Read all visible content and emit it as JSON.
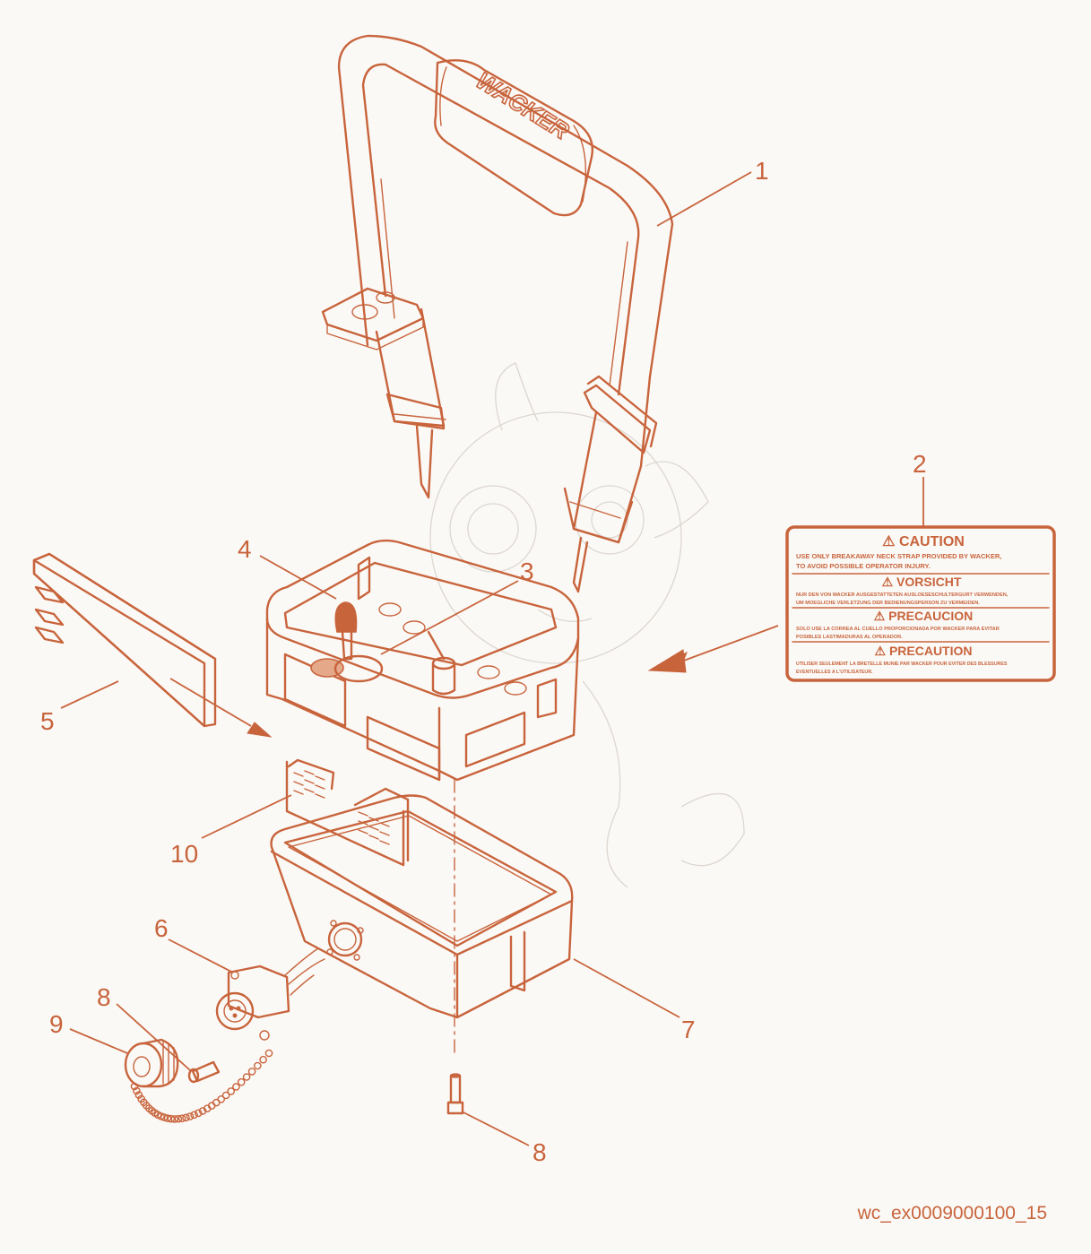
{
  "diagram": {
    "callouts": {
      "c1": "1",
      "c2": "2",
      "c3": "3",
      "c4": "4",
      "c5": "5",
      "c6": "6",
      "c7": "7",
      "c8a": "8",
      "c8b": "8",
      "c9": "9",
      "c10": "10"
    },
    "strap_brand": "WACKER",
    "label": {
      "h1": "⚠ CAUTION",
      "t1a": "USE ONLY BREAKAWAY NECK STRAP PROVIDED BY WACKER,",
      "t1b": "TO AVOID POSSIBLE OPERATOR INJURY.",
      "h2": "⚠ VORSICHT",
      "t2a": "NUR DEN VON WACKER AUSGESTATTETEN AUSLOESESCHULTERGURT VERWENDEN,",
      "t2b": "UM MOEGLICHE VERLETZUNG DER BEDIENUNGSPERSON ZU VERMEIDEN.",
      "h3": "⚠ PRECAUCION",
      "t3a": "SOLO USE LA CORREA AL CUELLO PROPORCIONADA POR WACKER PARA EVITAR",
      "t3b": "POSIBLES LASTIMADURAS AL OPERADOR.",
      "h4": "⚠ PRECAUTION",
      "t4a": "UTILISER SEULEMENT LA BRETELLE MUNIE PAR WACKER POUR EVITER DES BLESSURES",
      "t4b": "EVENTUELLES A L'UTILISATEUR."
    },
    "reference": "wc_ex0009000100_15",
    "colors": {
      "ink": "#c8643c",
      "background": "#fbf9f6"
    }
  }
}
